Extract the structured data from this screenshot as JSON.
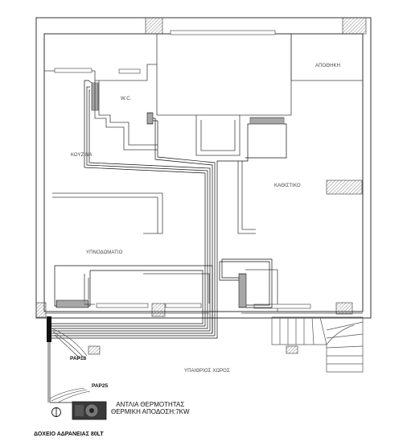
{
  "rooms": {
    "storage": "ΑΠΟΘΗΚΗ",
    "wc": "W.C.",
    "kitchen": "ΚΟΥΖΙΝΑ",
    "living": "ΚΑΘΙΣΤΙΚΟ",
    "bedroom": "ΥΠΝΟΔΩΜΑΤΙΟ",
    "outdoor": "ΥΠΑΙΘΡΙΟΣ ΧΩΡΟΣ"
  },
  "devices": {
    "pap18": "PAP18",
    "pap25": "PAP25",
    "heat_pump_line1": "ΑΝΤΛΙΑ ΘΕΡΜΟΤΗΤΑΣ",
    "heat_pump_line2": "ΘΕΡΜΙΚΗ ΑΠΟΔΟΣΗ:7KW",
    "tank": "ΔΟΧΕΙΟ ΑΔΡΑΝΕΙΑΣ 80LT"
  },
  "colors": {
    "wall": "#333333",
    "pipe": "#111111",
    "hatch": "#7a7a7a",
    "background": "#ffffff"
  }
}
